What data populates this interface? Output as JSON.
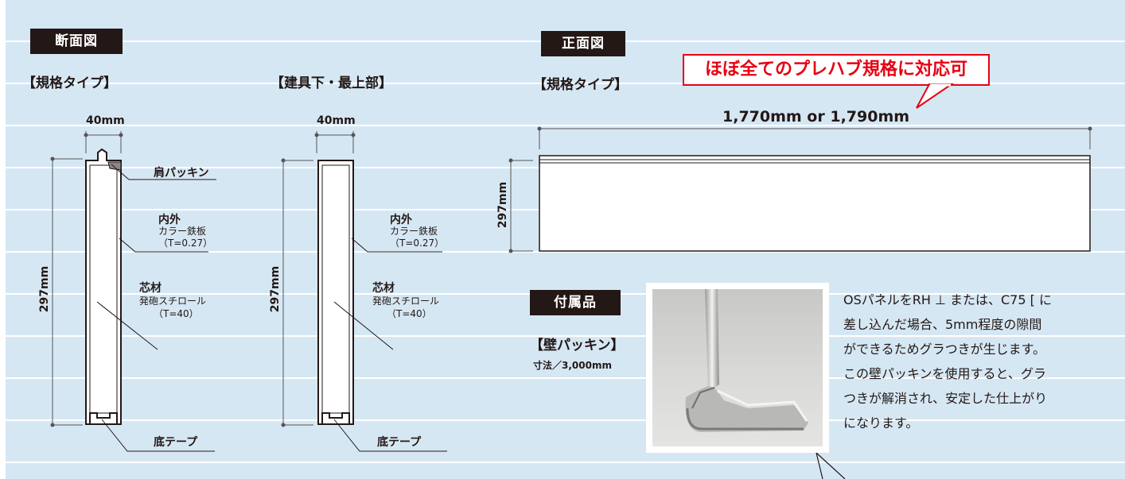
{
  "sections": {
    "cross_section": "断面図",
    "front_view": "正面図",
    "accessory": "付属品"
  },
  "cross_standard": {
    "type_label": "【規格タイプ】",
    "width_label": "40mm",
    "height_label": "297mm",
    "shoulder_label": "肩パッキン",
    "steel_title": "内外",
    "steel_line1": "カラー鉄板",
    "steel_line2": "（T=0.27）",
    "core_title": "芯材",
    "core_line1": "発砲スチロール",
    "core_line2": "（T=40）",
    "bottom_label": "底テープ"
  },
  "cross_top": {
    "type_label": "【建具下・最上部】",
    "width_label": "40mm",
    "height_label": "297mm",
    "steel_title": "内外",
    "steel_line1": "カラー鉄板",
    "steel_line2": "（T=0.27）",
    "core_title": "芯材",
    "core_line1": "発砲スチロール",
    "core_line2": "（T=40）",
    "bottom_label": "底テープ"
  },
  "front": {
    "type_label": "【規格タイプ】",
    "callout": "ほぼ全てのプレハブ規格に対応可",
    "length_label": "1,770mm or 1,790mm",
    "height_label": "297mm"
  },
  "accessory": {
    "name": "【壁パッキン】",
    "size": "寸法／3,000mm",
    "desc_lines": [
      "OSパネルをRH ⊥ または、C75 [ に",
      "差し込んだ場合、5mm程度の隙間",
      "ができるためグラつきが生じます。",
      "この壁パッキンを使用すると、グラ",
      "つきが解消され、安定した仕上がり",
      "になります。"
    ]
  },
  "colors": {
    "background": "#d6e7f4",
    "stripe": "#ffffff",
    "label_bg": "#231815",
    "accent_red": "#e60012"
  }
}
